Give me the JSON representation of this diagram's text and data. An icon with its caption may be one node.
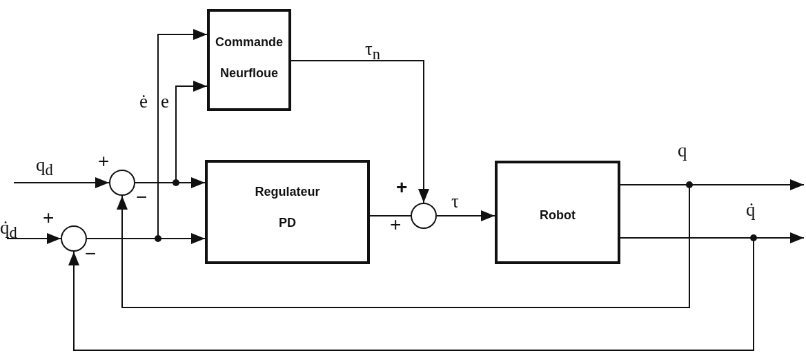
{
  "diagram": {
    "nodes": [
      {
        "text": [
          "Commande Neurfloue"
        ]
      },
      {
        "text": [],
        "shape": "circle"
      },
      {
        "text": [
          "Regulateur PD"
        ]
      },
      {
        "text": [],
        "shape": "circle"
      },
      {
        "text": [],
        "shape": "circle"
      },
      {
        "text": [
          "Robot"
        ]
      }
    ],
    "edges": [
      {
        "from": null,
        "to": 1,
        "arrow": "to",
        "label": "q$_{d}$"
      },
      {
        "from": null,
        "to": 3,
        "arrow": "to",
        "label": "q̇$_{d}$"
      },
      {
        "from": 1,
        "to": 2,
        "arrow": "to"
      },
      {
        "from": 1,
        "to": 0,
        "arrow": "to",
        "label": "e"
      },
      {
        "from": 3,
        "to": 2,
        "arrow": "to"
      },
      {
        "from": 3,
        "to": 0,
        "arrow": "to",
        "label": "ė"
      },
      {
        "from": 0,
        "to": 4,
        "arrow": "to",
        "label": "τ$_{n}$"
      },
      {
        "from": 2,
        "to": 4,
        "arrow": "none"
      },
      {
        "from": 4,
        "to": 5,
        "arrow": "to",
        "label": "τ"
      },
      {
        "from": 5,
        "to": null,
        "arrow": "to",
        "label": "q"
      },
      {
        "from": 5,
        "to": null,
        "arrow": "to",
        "label": "q̇"
      },
      {
        "from": 5,
        "to": 1,
        "arrow": "to"
      },
      {
        "from": 5,
        "to": 3,
        "arrow": "to"
      }
    ],
    "labels": [
      "+",
      "+",
      "−",
      "+",
      "+",
      "−"
    ]
  }
}
